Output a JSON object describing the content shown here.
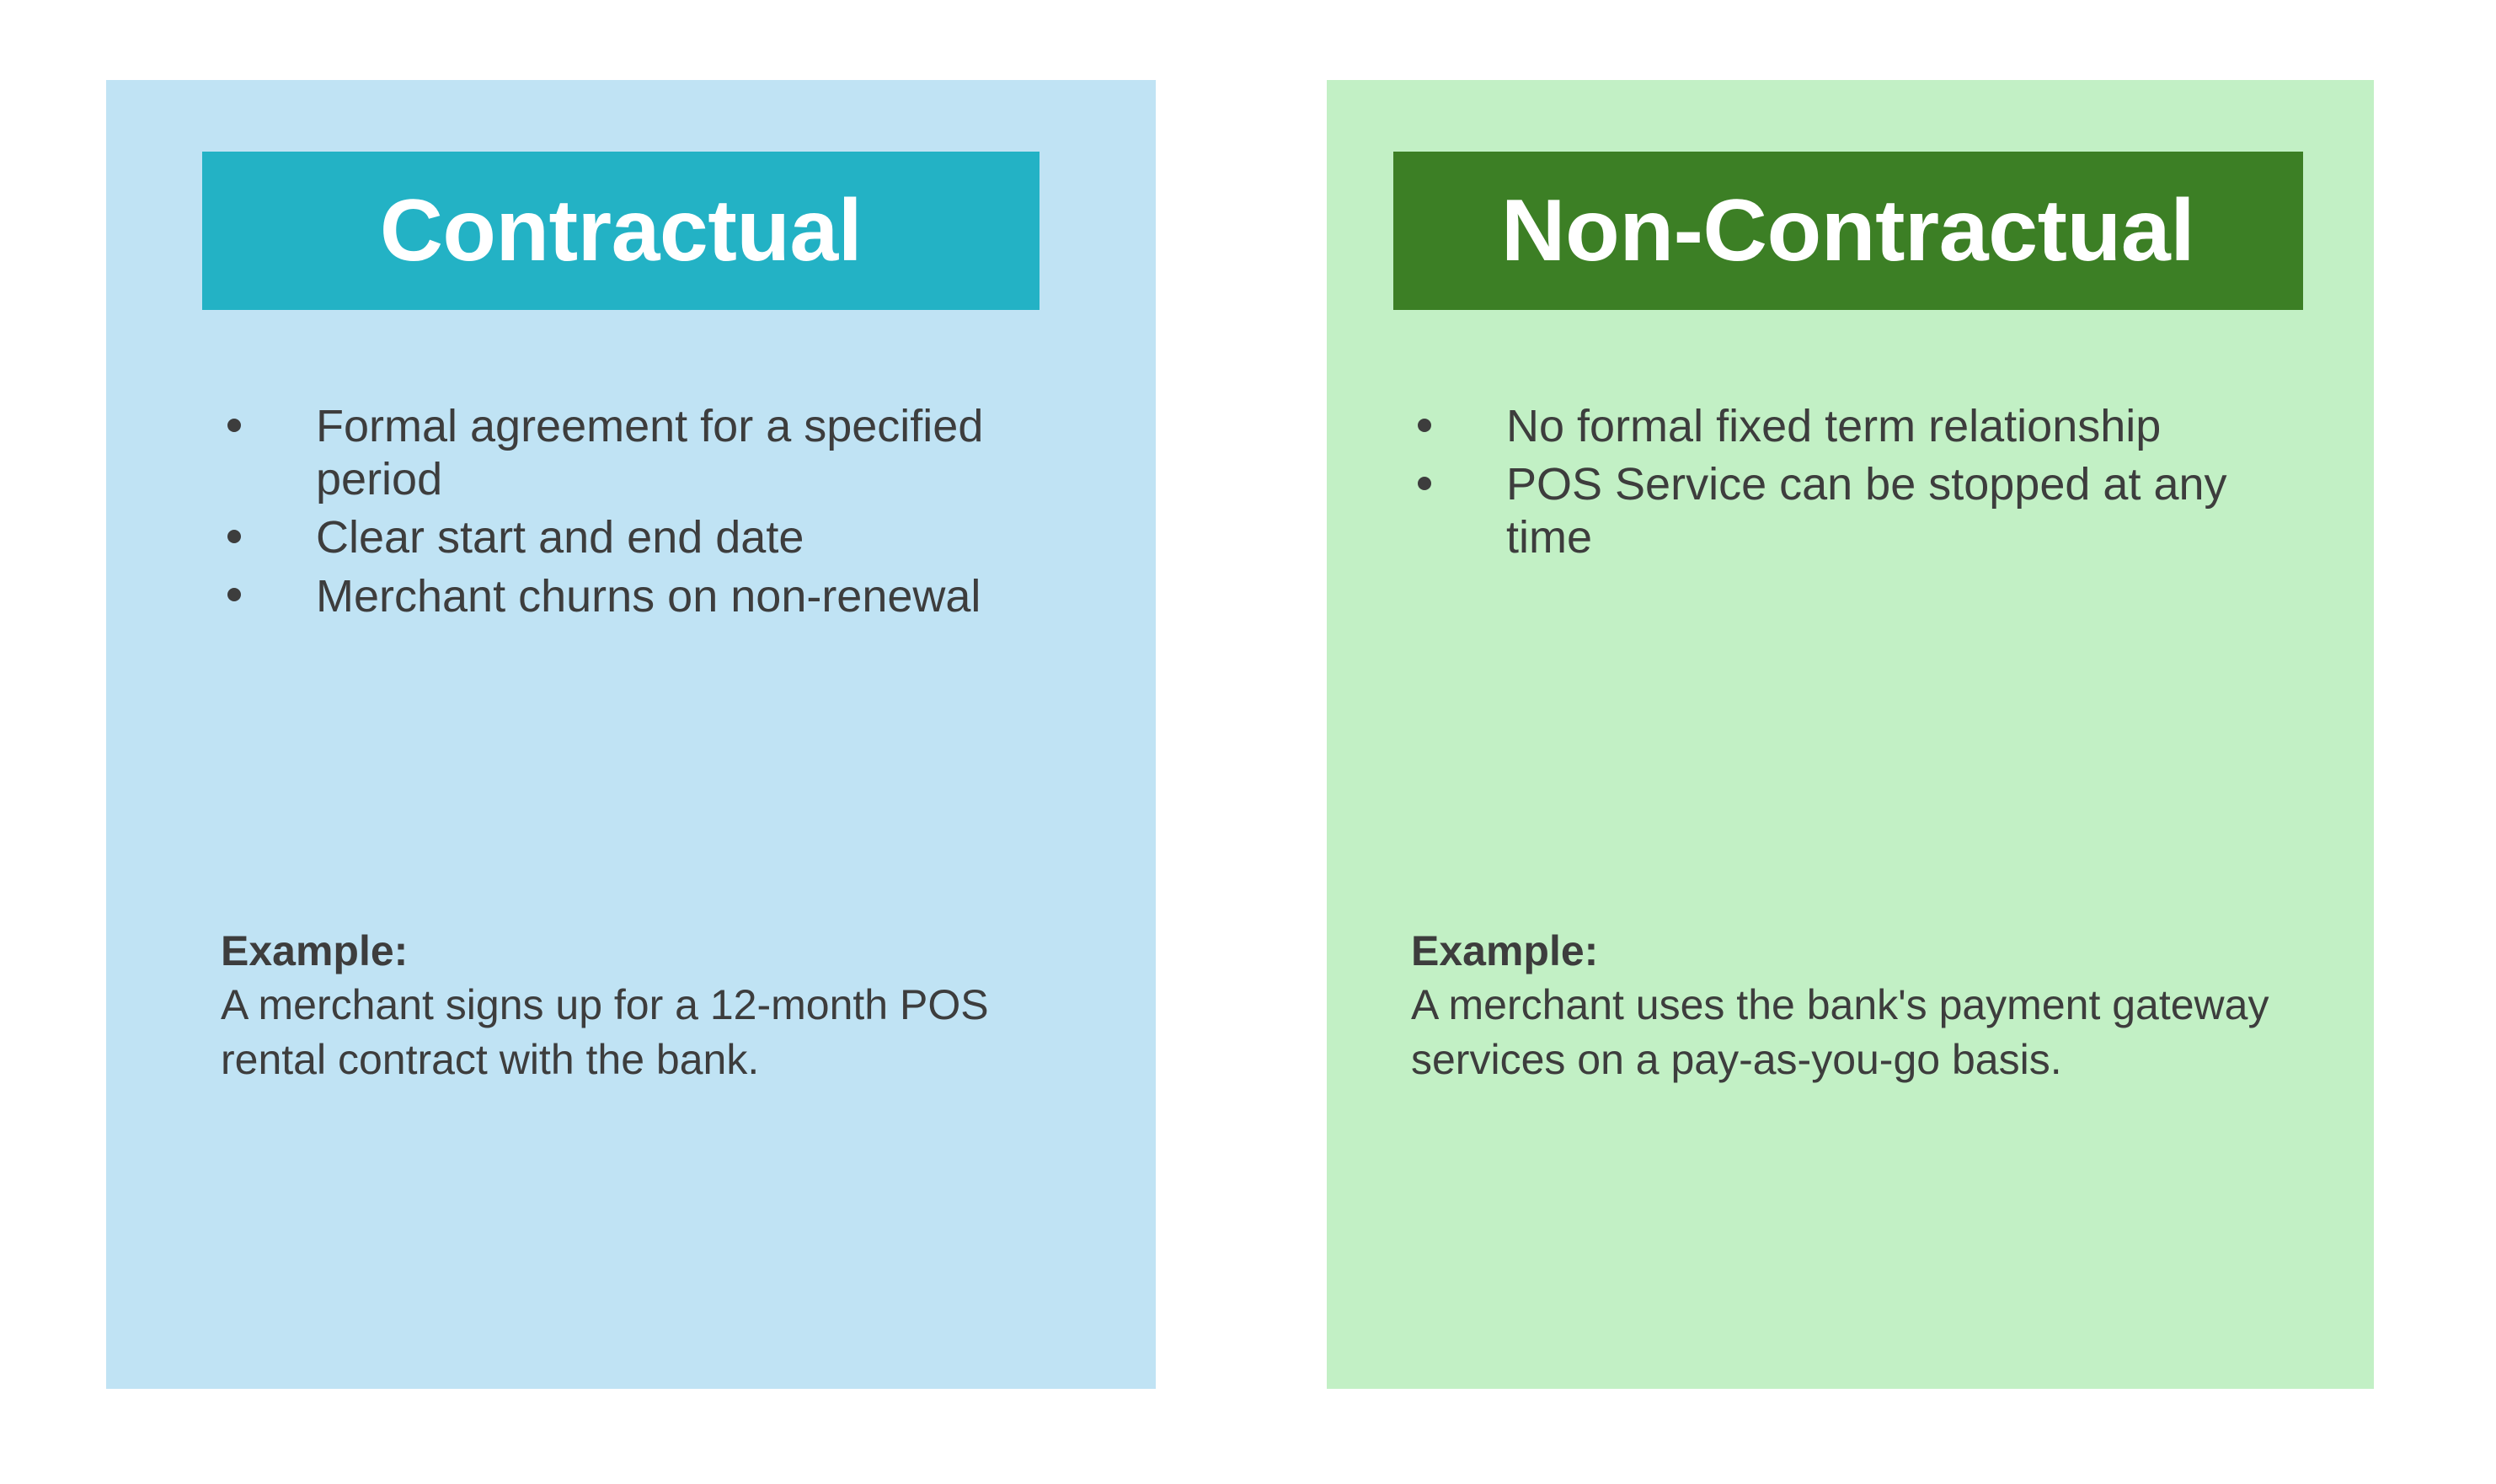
{
  "slide": {
    "layout": "two-column-comparison",
    "background_color": "#FFFFFF",
    "columns": [
      {
        "id": "contractual",
        "card_background_color": "#C0E3F4",
        "header": {
          "title": "Contractual",
          "banner_color": "#23B2C5",
          "title_color": "#FFFFFF"
        },
        "bullets": [
          "Formal agreement for a specified period",
          "Clear start and end date",
          "Merchant churns on non-renewal"
        ],
        "example": {
          "label": "Example:",
          "text": "A merchant signs up for a 12-month POS rental contract with the bank."
        }
      },
      {
        "id": "non-contractual",
        "card_background_color": "#C2F0C5",
        "header": {
          "title": "Non-Contractual",
          "banner_color": "#3C7F25",
          "title_color": "#FFFFFF"
        },
        "bullets": [
          "No formal fixed term relationship",
          "POS Service can be stopped at any time"
        ],
        "example": {
          "label": "Example:",
          "text": "A merchant uses the bank's payment gateway services on a pay-as-you-go basis."
        }
      }
    ],
    "text_color": "#3D3D3D"
  }
}
